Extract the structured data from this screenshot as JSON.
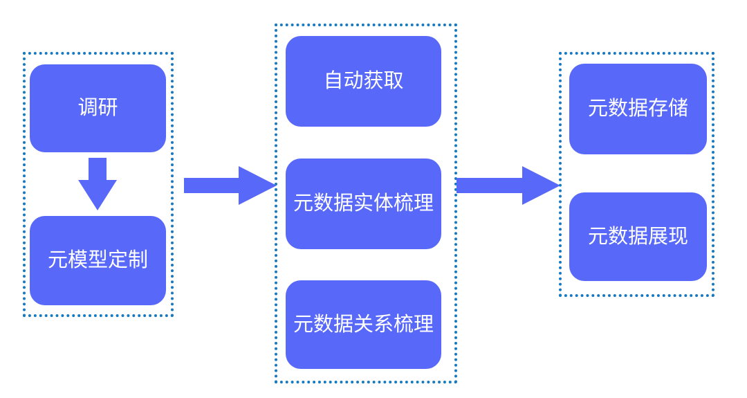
{
  "colors": {
    "box_fill": "#5868f8",
    "group_border": "#1779c2",
    "box_text": "#ffffff",
    "arrow": "#5868f8",
    "background": "#ffffff"
  },
  "groups": [
    {
      "boxes": [
        {
          "label": "调研"
        },
        {
          "label": "元模型定制"
        }
      ]
    },
    {
      "boxes": [
        {
          "label": "自动获取"
        },
        {
          "label": "元数据实体梳理"
        },
        {
          "label": "元数据关系梳理"
        }
      ]
    },
    {
      "boxes": [
        {
          "label": "元数据存储"
        },
        {
          "label": "元数据展现"
        }
      ]
    }
  ],
  "arrows": [
    {
      "direction": "down"
    },
    {
      "direction": "right"
    },
    {
      "direction": "right"
    }
  ]
}
